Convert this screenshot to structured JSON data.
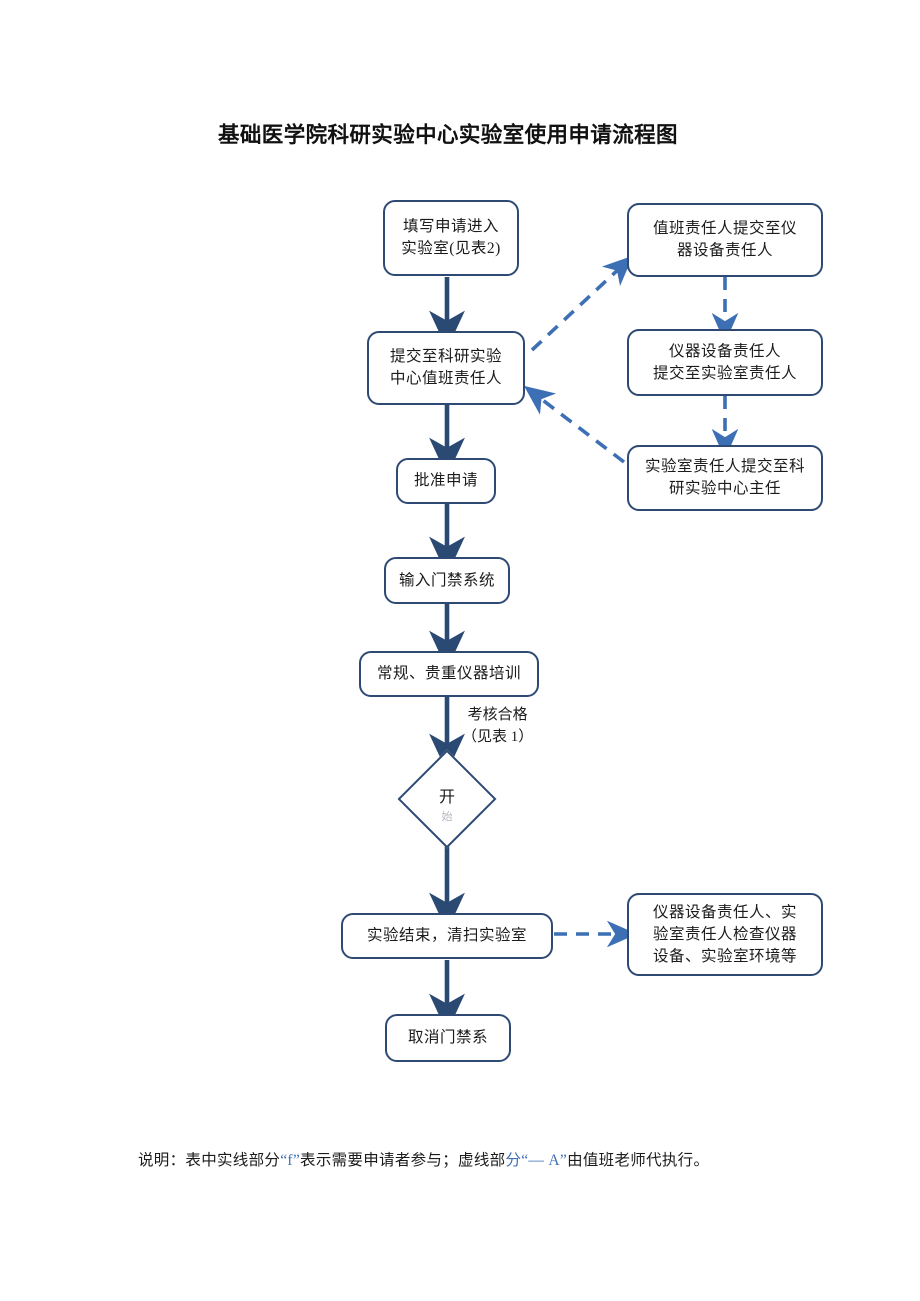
{
  "document": {
    "title": "基础医学院科研实验中心实验室使用申请流程图"
  },
  "flowchart": {
    "type": "flowchart",
    "orientation": "top-to-bottom",
    "colors": {
      "node_border": "#2e4a74",
      "node_fill": "#ffffff",
      "solid_arrow": "#2b4a73",
      "dashed_arrow": "#3d6fb5",
      "text": "#1b1b1b",
      "accent": "#3d6fb5"
    },
    "main_column": [
      {
        "id": "node-fill-application",
        "shape": "rounded-rectangle",
        "lines": [
          "填写申请进入",
          "实验室(见表2)"
        ]
      },
      {
        "id": "node-submit-duty-officer",
        "shape": "rounded-rectangle",
        "lines": [
          "提交至科研实验",
          "中心值班责任人"
        ]
      },
      {
        "id": "node-approve-application",
        "shape": "rounded-rectangle",
        "lines": [
          "批准申请"
        ]
      },
      {
        "id": "node-enter-access-system",
        "shape": "rounded-rectangle",
        "lines": [
          "输入门禁系统"
        ]
      },
      {
        "id": "node-instrument-training",
        "shape": "rounded-rectangle",
        "lines": [
          "常规、贵重仪器培训"
        ]
      },
      {
        "id": "node-decision-start",
        "shape": "diamond",
        "lines": [
          "开",
          "始"
        ]
      },
      {
        "id": "node-experiment-end-clean",
        "shape": "rounded-rectangle",
        "lines": [
          "实验结束，清扫实验室"
        ]
      },
      {
        "id": "node-cancel-access",
        "shape": "rounded-rectangle",
        "lines": [
          "取消门禁系"
        ]
      }
    ],
    "right_column": [
      {
        "id": "node-duty-to-equipment-owner",
        "shape": "rounded-rectangle",
        "lines": [
          "值班责任人提交至仪",
          "器设备责任人"
        ]
      },
      {
        "id": "node-equipment-to-lab-owner",
        "shape": "rounded-rectangle",
        "lines": [
          "仪器设备责任人",
          "提交至实验室责任人"
        ]
      },
      {
        "id": "node-lab-owner-to-director",
        "shape": "rounded-rectangle",
        "lines": [
          "实验室责任人提交至科",
          "研实验中心主任"
        ]
      },
      {
        "id": "node-inspection",
        "shape": "rounded-rectangle",
        "lines": [
          "仪器设备责任人、实",
          "验室责任人检查仪器",
          "设备、实验室环境等"
        ]
      }
    ],
    "edge_labels": [
      {
        "id": "label-assessment-pass",
        "lines": [
          "考核合格",
          "（见表 1）"
        ]
      }
    ]
  },
  "footer": {
    "prefix": "说明：表中实线部分",
    "solid_symbol": "“f”",
    "middle": "表示需要申请者参与；虚线部",
    "accent_fen": "分",
    "dashed_symbol": "“— A”",
    "suffix": "由值班老师代执行。"
  }
}
